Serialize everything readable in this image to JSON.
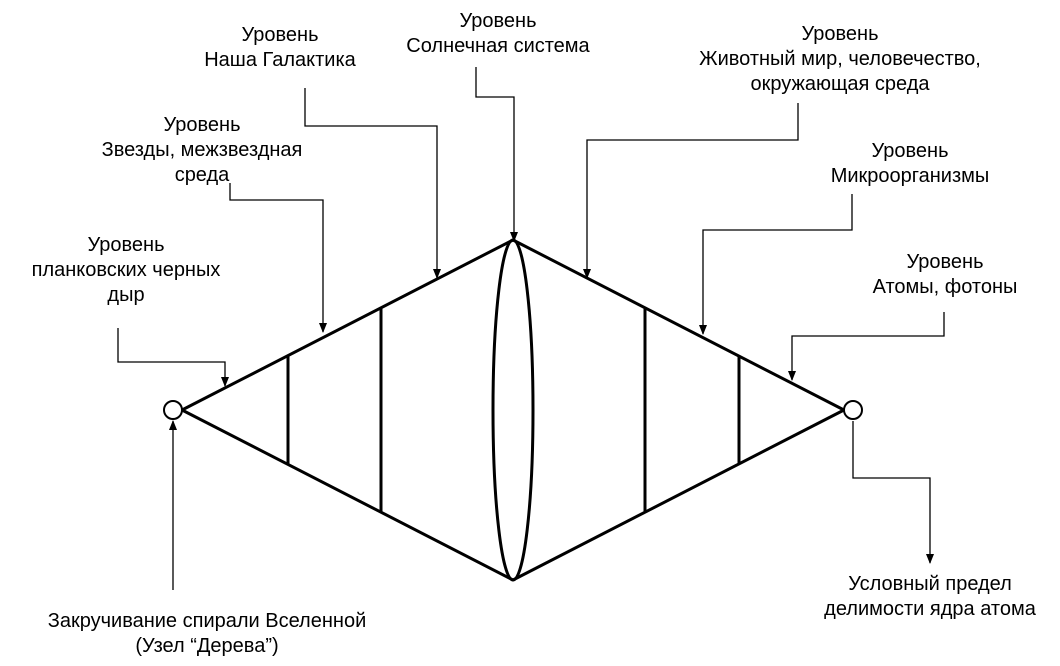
{
  "labels": {
    "planck": {
      "line1": "Уровень",
      "line2": "планковских черных",
      "line3": "дыр"
    },
    "stars": {
      "line1": "Уровень",
      "line2": "Звезды, межзвездная",
      "line3": "среда"
    },
    "galaxy": {
      "line1": "Уровень",
      "line2": "Наша Галактика"
    },
    "solar": {
      "line1": "Уровень",
      "line2": "Солнечная система"
    },
    "biosphere": {
      "line1": "Уровень",
      "line2": "Животный мир, человечество,",
      "line3": "окружающая среда"
    },
    "micro": {
      "line1": "Уровень",
      "line2": "Микроорганизмы"
    },
    "atoms": {
      "line1": "Уровень",
      "line2": "Атомы, фотоны"
    },
    "left_node": {
      "line1": "Закручивание спирали Вселенной",
      "line2": "(Узел “Дерева”)"
    },
    "right_node": {
      "line1": "Условный предел",
      "line2": "делимости ядра атома"
    }
  },
  "colors": {
    "stroke": "#000000",
    "background": "#ffffff"
  }
}
